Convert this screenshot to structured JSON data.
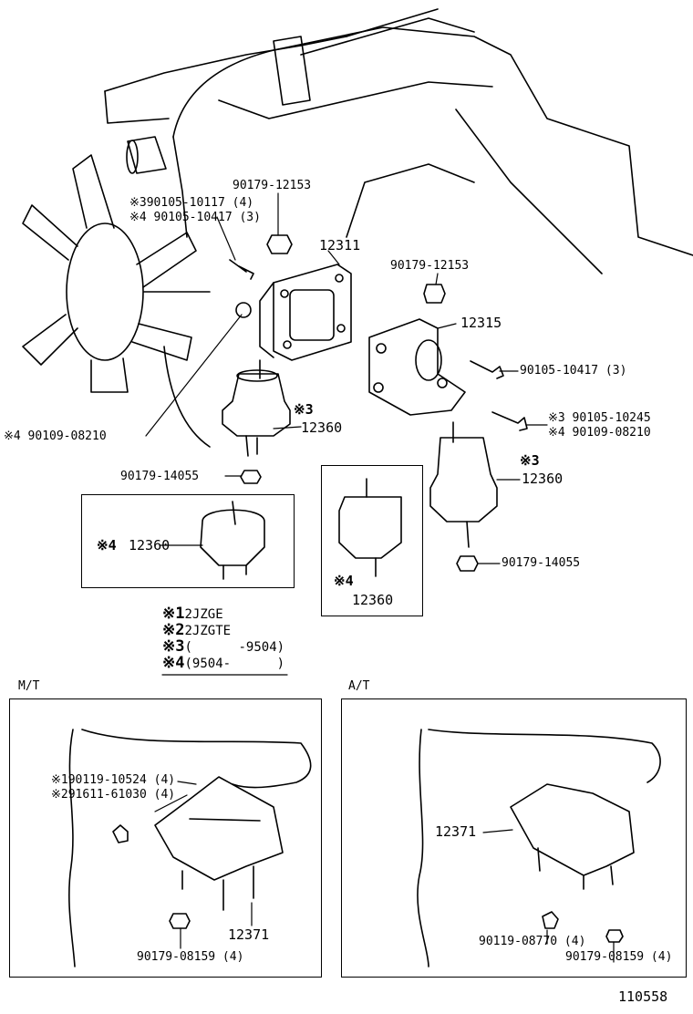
{
  "labels": {
    "nut_top_left": "90179-12153",
    "bolt_l3": "※390105-10117 (4)",
    "bolt_l4": "※4 90105-10417 (3)",
    "bracket_left": "12311",
    "nut_top_right": "90179-12153",
    "bracket_right": "12315",
    "bolt_right_a": "90105-10417 (3)",
    "bolt_right_b3": "※3 90105-10245",
    "bolt_right_b4": "※4 90109-08210",
    "stud_left": "※4 90109-08210",
    "mount_left_tag": "※3",
    "mount_left_num": "12360",
    "nut_mid_left": "90179-14055",
    "box1_tag": "※4",
    "box1_num": "12360",
    "mount_right_tag": "※3",
    "mount_right_num": "12360",
    "box2_tag": "※4",
    "box2_num": "12360",
    "nut_mid_right": "90179-14055",
    "mt_title": "M/T",
    "mt_bolt1": "※190119-10524 (4)",
    "mt_bolt2": "※291611-61030 (4)",
    "mt_mount": "12371",
    "mt_nut": "90179-08159 (4)",
    "at_title": "A/T",
    "at_mount": "12371",
    "at_bolt": "90119-08770 (4)",
    "at_nut": "90179-08159 (4)",
    "figure_id": "110558"
  },
  "legend": [
    {
      "mark": "※1",
      "text": "2JZGE"
    },
    {
      "mark": "※2",
      "text": "2JZGTE"
    },
    {
      "mark": "※3",
      "text": "(      -9504)"
    },
    {
      "mark": "※4",
      "text": "(9504-      )"
    }
  ]
}
